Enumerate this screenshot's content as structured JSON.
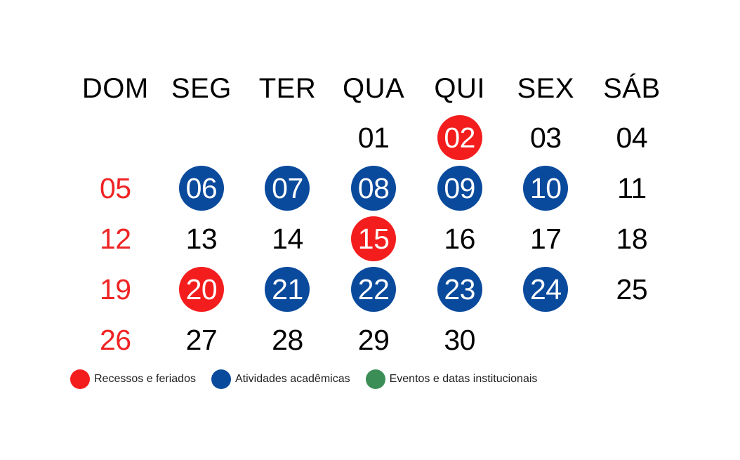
{
  "calendar": {
    "weekdays": [
      "DOM",
      "SEG",
      "TER",
      "QUA",
      "QUI",
      "SEX",
      "SÁB"
    ],
    "weeks": [
      [
        {
          "day": ""
        },
        {
          "day": ""
        },
        {
          "day": ""
        },
        {
          "day": "01"
        },
        {
          "day": "02",
          "type": "holiday"
        },
        {
          "day": "03"
        },
        {
          "day": "04"
        }
      ],
      [
        {
          "day": "05",
          "type": "sunday"
        },
        {
          "day": "06",
          "type": "academic"
        },
        {
          "day": "07",
          "type": "academic"
        },
        {
          "day": "08",
          "type": "academic"
        },
        {
          "day": "09",
          "type": "academic"
        },
        {
          "day": "10",
          "type": "academic"
        },
        {
          "day": "11"
        }
      ],
      [
        {
          "day": "12",
          "type": "sunday"
        },
        {
          "day": "13"
        },
        {
          "day": "14"
        },
        {
          "day": "15",
          "type": "holiday"
        },
        {
          "day": "16"
        },
        {
          "day": "17"
        },
        {
          "day": "18"
        }
      ],
      [
        {
          "day": "19",
          "type": "sunday"
        },
        {
          "day": "20",
          "type": "holiday"
        },
        {
          "day": "21",
          "type": "academic"
        },
        {
          "day": "22",
          "type": "academic"
        },
        {
          "day": "23",
          "type": "academic"
        },
        {
          "day": "24",
          "type": "academic"
        },
        {
          "day": "25"
        }
      ],
      [
        {
          "day": "26",
          "type": "sunday"
        },
        {
          "day": "27"
        },
        {
          "day": "28"
        },
        {
          "day": "29"
        },
        {
          "day": "30"
        },
        {
          "day": ""
        },
        {
          "day": ""
        }
      ]
    ]
  },
  "legend": [
    {
      "label": "Recessos e feriados",
      "color": "#f41d1d"
    },
    {
      "label": "Atividades acadêmicas",
      "color": "#0a4a9c"
    },
    {
      "label": "Eventos e datas institucionais",
      "color": "#3b8e55"
    }
  ],
  "colors": {
    "holiday": "#f41d1d",
    "academic": "#0a4a9c",
    "event": "#3b8e55",
    "sunday_text": "#ef2424"
  }
}
